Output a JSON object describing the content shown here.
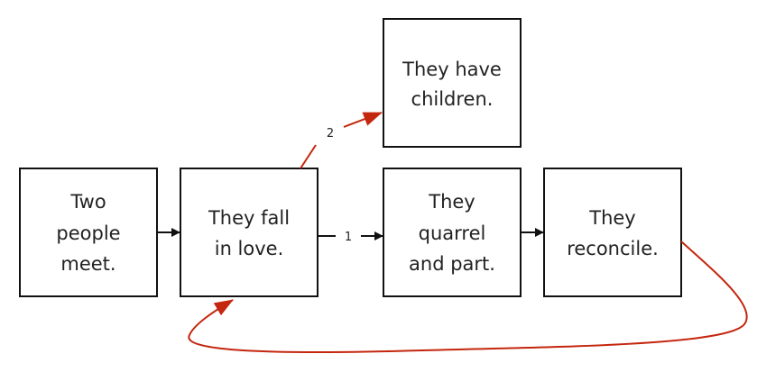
{
  "nodes": {
    "meet": {
      "lines": [
        "Two",
        "people",
        "meet."
      ]
    },
    "love": {
      "lines": [
        "They fall",
        "in love."
      ]
    },
    "children": {
      "lines": [
        "They have",
        "children."
      ]
    },
    "quarrel": {
      "lines": [
        "They",
        "quarrel",
        "and part."
      ]
    },
    "reconcile": {
      "lines": [
        "They",
        "reconcile."
      ]
    }
  },
  "edges": {
    "love_to_quarrel_label": "1",
    "love_to_children_label": "2"
  },
  "colors": {
    "black_edge": "#111111",
    "red_edge": "#c4260e"
  }
}
